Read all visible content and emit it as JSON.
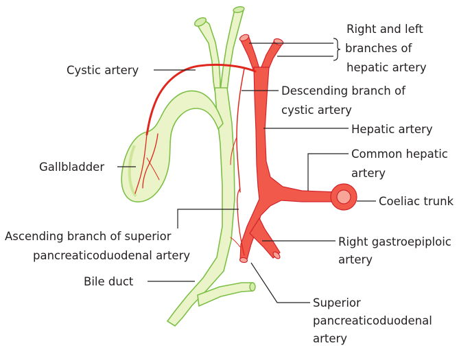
{
  "labels": {
    "right_left_branches": [
      "Right and left",
      "branches of",
      "hepatic artery"
    ],
    "cystic_artery": "Cystic artery",
    "descending_branch": [
      "Descending branch of",
      "cystic artery"
    ],
    "hepatic_artery": "Hepatic artery",
    "common_hepatic": [
      "Common hepatic",
      "artery"
    ],
    "gallbladder": "Gallbladder",
    "coeliac_trunk": "Coeliac trunk",
    "ascending_branch": [
      "Ascending branch of superior",
      "pancreaticoduodenal artery"
    ],
    "right_gastroepiploic": [
      "Right gastroepiploic",
      "artery"
    ],
    "bile_duct": "Bile duct",
    "superior_pd": [
      "Superior",
      "pancreaticoduodenal",
      "artery"
    ]
  },
  "colors": {
    "duct_fill": "#eaf4c8",
    "duct_outline": "#7cbf45",
    "artery_fill": "#f15a4a",
    "artery_outline": "#d2232a",
    "leader_line": "#231f20"
  }
}
